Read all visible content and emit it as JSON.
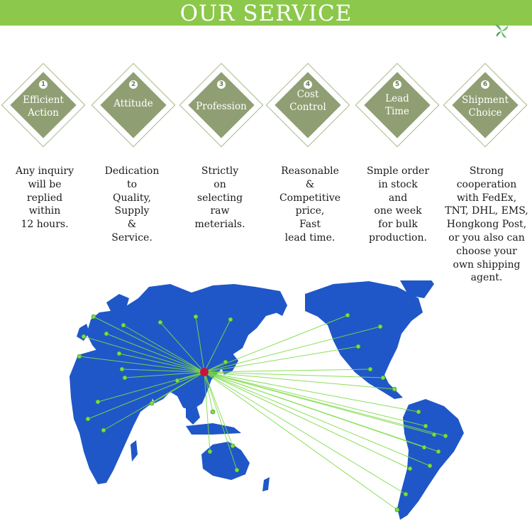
{
  "header": {
    "title": "OUR SERVICE"
  },
  "colors": {
    "banner": "#8cc84b",
    "diamond": "#8f9f73",
    "map": "#1f57c8",
    "route": "#7ddc47",
    "hub": "#c8143c"
  },
  "services": [
    {
      "number": "1",
      "title_lines": [
        "Efficient",
        "Action"
      ],
      "desc_lines": [
        "Any inquiry",
        "will be",
        "replied",
        "within",
        "12 hours."
      ]
    },
    {
      "number": "2",
      "title_lines": [
        "Attitude"
      ],
      "desc_lines": [
        "Dedication",
        "to",
        "Quality,",
        "Supply",
        "&",
        "Service."
      ]
    },
    {
      "number": "3",
      "title_lines": [
        "Profession"
      ],
      "desc_lines": [
        "Strictly",
        "on",
        "selecting",
        "raw",
        "meterials."
      ]
    },
    {
      "number": "4",
      "title_lines": [
        "Cost",
        "Control"
      ],
      "desc_lines": [
        "Reasonable",
        "&",
        "Competitive",
        "price,",
        "Fast",
        "lead time."
      ]
    },
    {
      "number": "5",
      "title_lines": [
        "Lead",
        "Time"
      ],
      "desc_lines": [
        "Smple order",
        "in stock",
        "and",
        "one week",
        "for bulk",
        "production."
      ]
    },
    {
      "number": "6",
      "title_lines": [
        "Shipment",
        "Choice"
      ],
      "desc_lines": [
        "Strong",
        "cooperation",
        "with FedEx,",
        "TNT, DHL, EMS,",
        "Hongkong Post,",
        "or you also can",
        "choose your",
        "own shipping",
        "agent."
      ]
    }
  ]
}
